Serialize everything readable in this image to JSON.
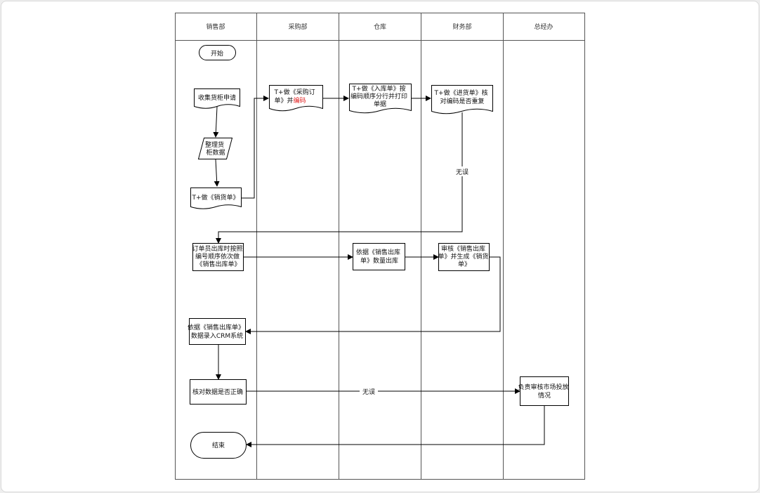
{
  "lanes": [
    "销售部",
    "采购部",
    "仓库",
    "财务部",
    "总经办"
  ],
  "nodes": {
    "start": [
      "开始"
    ],
    "collect": [
      "收集货柜申请"
    ],
    "organize": [
      "整理货",
      "柜数据"
    ],
    "sales_order": [
      "T+做《销货单》"
    ],
    "purchase_order": [
      "T+做《采购订",
      "单》并",
      "编码"
    ],
    "inbound": [
      "T+做《入库单》按",
      "编码顺序分行并打印",
      "单据"
    ],
    "check_dup": [
      "T+做《进货单》核",
      "对编码是否重复"
    ],
    "outbound_order": [
      "订单员出库时按照",
      "编号顺序依次做",
      "《销售出库单》"
    ],
    "warehouse_out": [
      "依据《销售出库",
      "单》数量出库"
    ],
    "review_out": [
      "审核《销售出库",
      "单》并生成《销货",
      "单》"
    ],
    "crm": [
      "依据《销售出库单》",
      "数据录入CRM系统"
    ],
    "verify": [
      "核对数据是否正确"
    ],
    "manager": [
      "负责审核市场投放",
      "情况"
    ],
    "end": [
      "结束"
    ]
  },
  "edge_labels": {
    "no_error_1": "无误",
    "no_error_2": "无误"
  },
  "colors": {
    "line": "#000000",
    "lane_border": "#555555",
    "highlight": "#e02020"
  }
}
